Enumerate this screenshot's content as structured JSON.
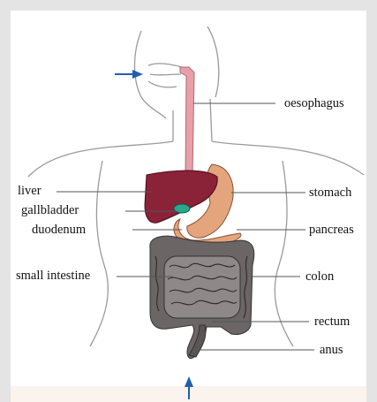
{
  "labels": {
    "oesophagus": "oesophagus",
    "liver": "liver",
    "gallbladder": "gallbladder",
    "duodenum": "duodenum",
    "small_intestine": "small intestine",
    "stomach": "stomach",
    "pancreas": "pancreas",
    "colon": "colon",
    "rectum": "rectum",
    "anus": "anus"
  },
  "colors": {
    "outline": "#9a9a9a",
    "oesophagus": "#e8a0a8",
    "liver": "#8a2238",
    "stomach": "#e4a47c",
    "gallbladder": "#2aa88a",
    "intestine": "#6b6565",
    "arrow": "#1f5fae",
    "leader": "#555555"
  }
}
